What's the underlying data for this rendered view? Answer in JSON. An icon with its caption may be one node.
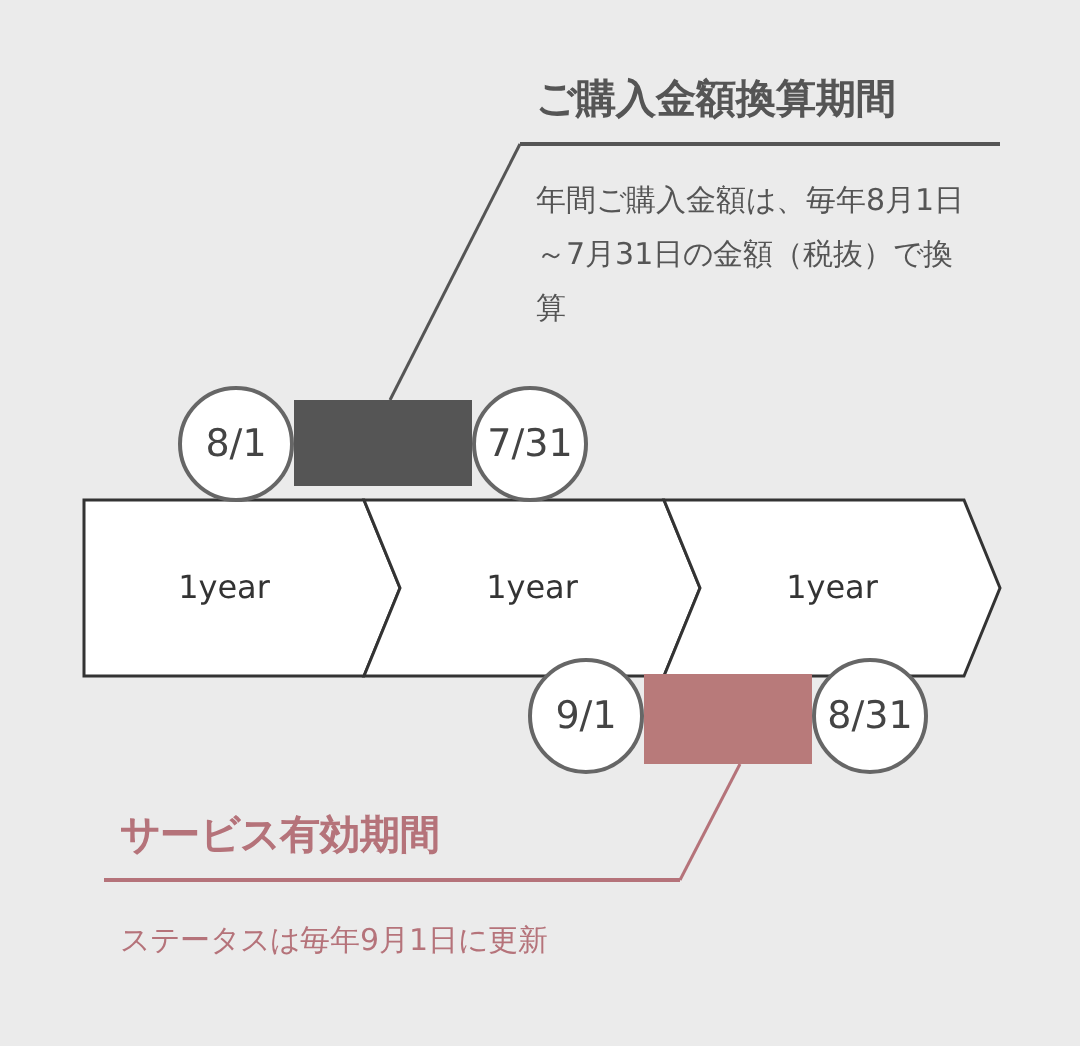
{
  "diagram": {
    "nodes": [
      {
        "text": [
          "ご購入金額換算期間",
          "年間ご購入金額は、毎年8月1日～7月31日の金額（税抜）で換算"
        ]
      },
      {
        "text": [],
        "shape": "bar"
      },
      {
        "text": [
          "8/1"
        ]
      },
      {
        "text": [
          "7/31"
        ]
      },
      {
        "text": [
          "1year"
        ]
      },
      {
        "text": [
          "1year"
        ]
      },
      {
        "text": [
          "1year"
        ]
      },
      {
        "text": [
          "9/1"
        ]
      },
      {
        "text": [
          "8/31"
        ]
      },
      {
        "text": [],
        "shape": "bar"
      },
      {
        "text": [
          "サービス有効期間",
          "ステータスは毎年9月1日に更新"
        ]
      }
    ],
    "edges": [
      {
        "from": 0,
        "to": 1,
        "arrow": "none",
        "color": "#555555"
      },
      {
        "from": 10,
        "to": 9,
        "arrow": "none",
        "color": "#b5737a"
      }
    ]
  }
}
